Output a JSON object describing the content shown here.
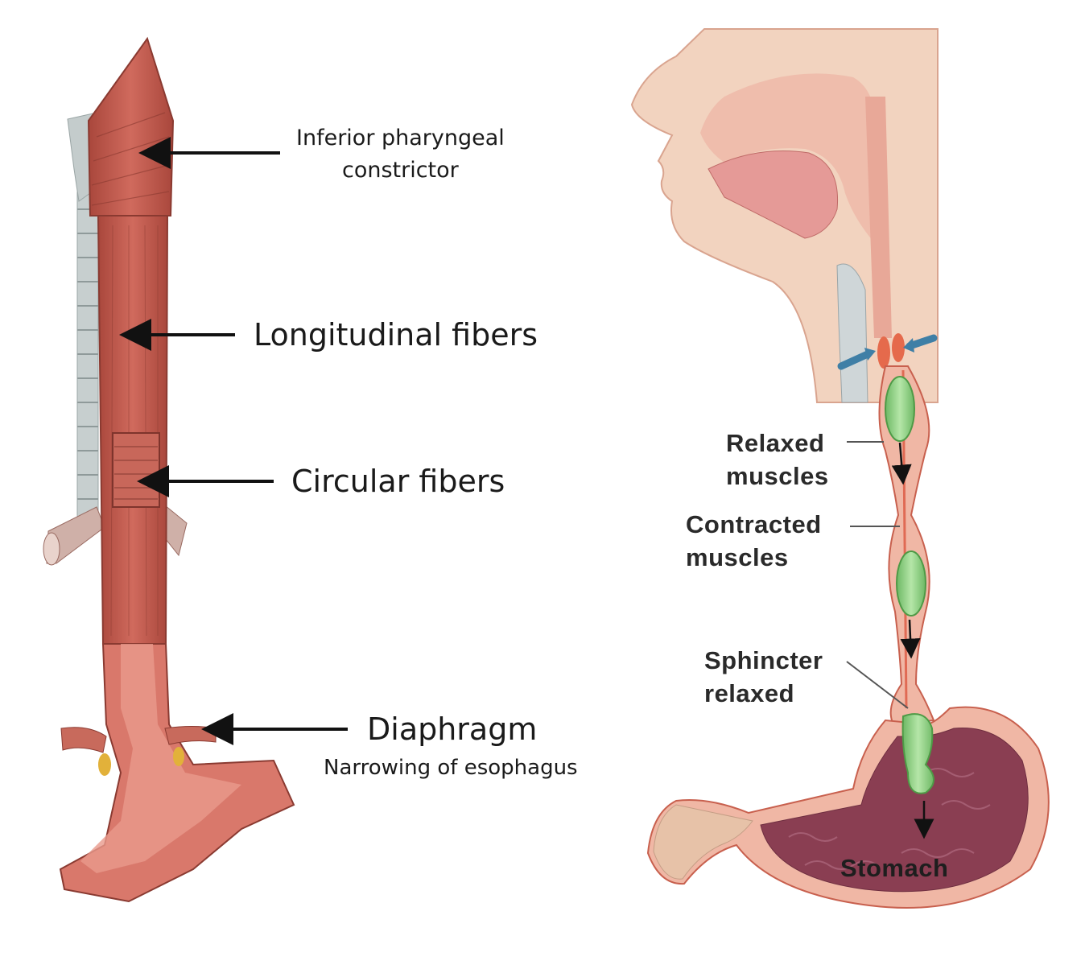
{
  "left_labels": {
    "pharyngeal_line1": "Inferior pharyngeal",
    "pharyngeal_line2": "constrictor",
    "longitudinal": "Longitudinal fibers",
    "circular": "Circular fibers",
    "diaphragm": "Diaphragm",
    "narrowing": "Narrowing of esophagus"
  },
  "right_labels": {
    "relaxed_line1": "Relaxed",
    "relaxed_line2": "muscles",
    "contracted_line1": "Contracted",
    "contracted_line2": "muscles",
    "sphincter_line1": "Sphincter",
    "sphincter_line2": "relaxed",
    "stomach": "Stomach"
  },
  "colors": {
    "muscle": "#c0574a",
    "muscle_light": "#d9857a",
    "cartilage": "#c5cccc",
    "skin": "#f2d2bd",
    "bolus": "#8fcf86",
    "stomach_inner": "#8a3e52",
    "arrow_blue": "#3f7fa6"
  }
}
